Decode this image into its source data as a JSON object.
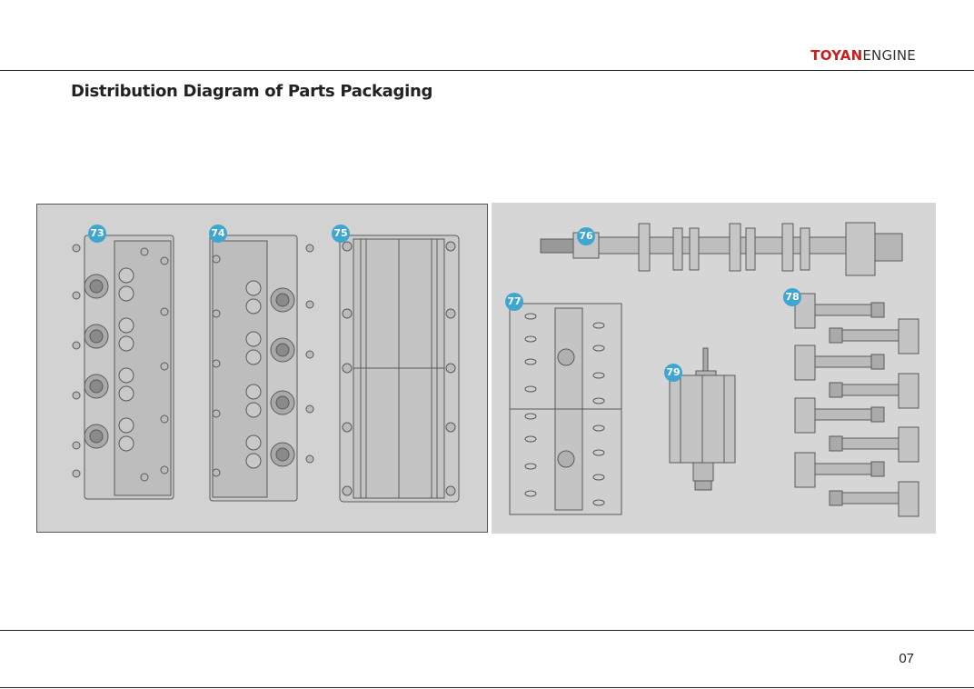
{
  "header": {
    "brand_bold": "TOYAN",
    "brand_light": "ENGINE",
    "brand_color": "#c8201f"
  },
  "title": "Distribution Diagram of Parts Packaging",
  "parts": [
    {
      "number": "73",
      "icon": "cylinder-head-icon"
    },
    {
      "number": "74",
      "icon": "cylinder-head-icon"
    },
    {
      "number": "75",
      "icon": "cover-plate-icon"
    },
    {
      "number": "76",
      "icon": "crankshaft-icon"
    },
    {
      "number": "77",
      "icon": "engine-block-icon"
    },
    {
      "number": "78",
      "icon": "piston-connecting-rod-icon"
    },
    {
      "number": "79",
      "icon": "flywheel-icon"
    }
  ],
  "badge_color": "#3fa6cf",
  "footer": {
    "page_number": "07"
  }
}
